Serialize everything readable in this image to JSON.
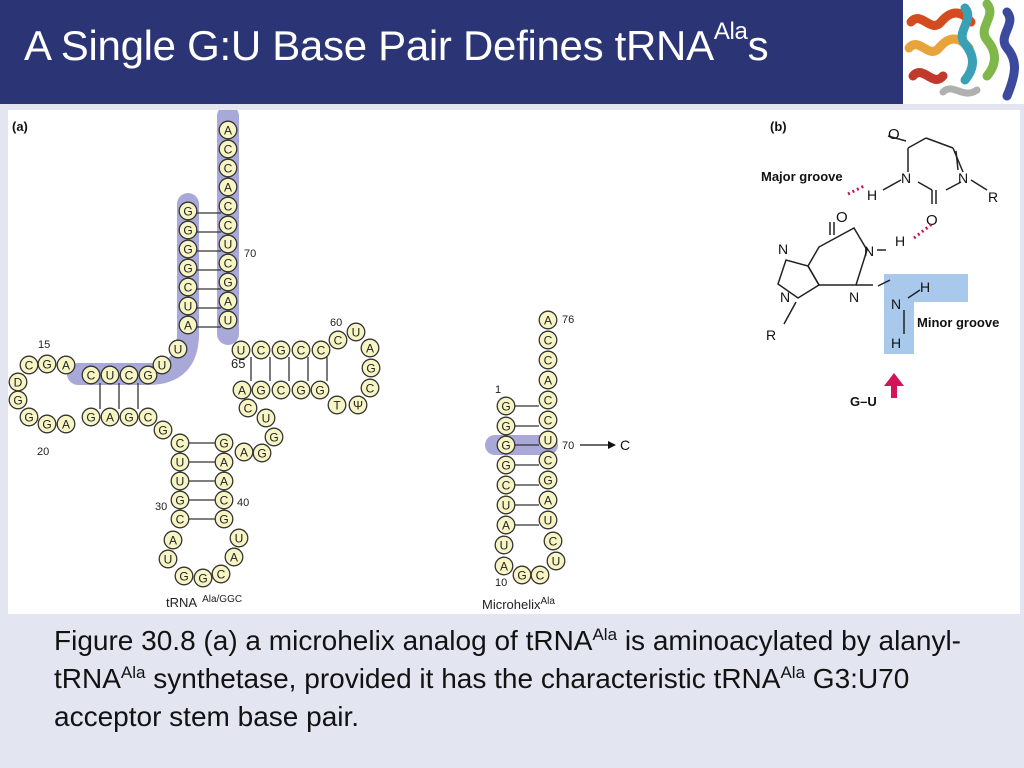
{
  "slide": {
    "title_main": "A Single G:U Base Pair Defines tRNA",
    "title_sup": "Ala",
    "title_tail": "s"
  },
  "panel_a": {
    "label": "(a)",
    "trna_caption": "tRNA",
    "trna_caption_sup": "Ala/GGC",
    "microhelix_caption": "Microhelix",
    "microhelix_caption_sup": "Ala",
    "numbers": [
      "15",
      "20",
      "30",
      "40",
      "60",
      "65",
      "70",
      "76",
      "70",
      "1",
      "10"
    ],
    "arrow_label": "C"
  },
  "panel_b": {
    "label": "(b)",
    "major_groove": "Major groove",
    "minor_groove": "Minor groove",
    "pair_label": "G–U",
    "atoms": [
      "O",
      "N",
      "N",
      "R",
      "H",
      "O",
      "O",
      "N",
      "N",
      "N",
      "N",
      "R",
      "H",
      "N",
      "H",
      "H"
    ]
  },
  "caption": {
    "p1": "Figure 30.8 (a)  a microhelix analog of tRNA",
    "sup1": "Ala",
    "p2": " is aminoacylated by alanyl-tRNA",
    "sup2": "Ala",
    "p3": " synthetase, provided it has the characteristic tRNA",
    "sup3": "Ala",
    "p4": " G3:U70 acceptor stem base pair."
  },
  "colors": {
    "header_bg": "#2b3576",
    "slide_bg": "#e3e6f0",
    "nucleotide_fill": "#f8f5c4",
    "highlight": "#a9a9d9",
    "blue_highlight": "#a9c9ec",
    "arrow": "#d4145a",
    "hbond": "#c2185b"
  }
}
